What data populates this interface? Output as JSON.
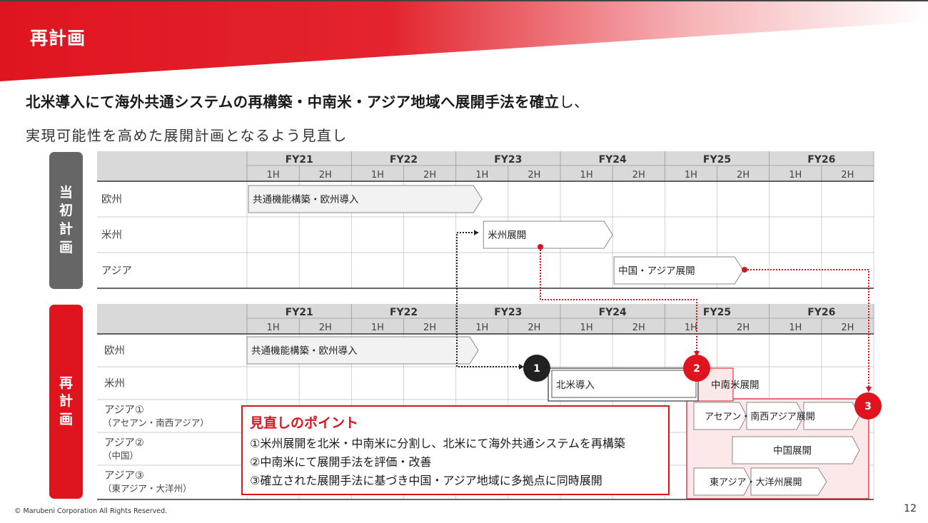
{
  "slide": {
    "title": "再計画",
    "headline_bold": "北米導入にて海外共通システムの再構築・中南米・アジア地域へ展開手法を確立",
    "headline_tail": "し、",
    "subline": "実現可能性を高めた展開計画となるよう見直し",
    "copyright": "© Marubeni Corporation All Rights Reserved.",
    "page_number": "12"
  },
  "colors": {
    "accent_red": "#e0141f",
    "badge_gray": "#666666",
    "header_gray": "#d9d9d9",
    "bar_fill": "#f2f2f2"
  },
  "fiscal_years": [
    "FY21",
    "FY22",
    "FY23",
    "FY24",
    "FY25",
    "FY26"
  ],
  "halves": [
    "1H",
    "2H"
  ],
  "original_plan": {
    "badge": "当初計画",
    "rows": [
      {
        "label": "欧州",
        "bar": {
          "text": "共通機能構築・欧州導入",
          "start": 0,
          "end": 2.25
        }
      },
      {
        "label": "米州",
        "bar": {
          "text": "米州展開",
          "start": 2.25,
          "end": 3.5
        }
      },
      {
        "label": "アジア",
        "bar": {
          "text": "中国・アジア展開",
          "start": 3.5,
          "end": 4.75
        }
      }
    ]
  },
  "revised_plan": {
    "badge": "再計画",
    "rows": [
      {
        "label": "欧州",
        "sublabel": ""
      },
      {
        "label": "米州",
        "sublabel": ""
      },
      {
        "label": "アジア①",
        "sublabel": "（アセアン・南西アジア）"
      },
      {
        "label": "アジア②",
        "sublabel": "（中国）"
      },
      {
        "label": "アジア③",
        "sublabel": "（東アジア・大洋州）"
      }
    ],
    "bars": [
      {
        "text": "共通機能構築・欧州導入"
      },
      {
        "text": "北米導入"
      },
      {
        "text": "中南米展開"
      },
      {
        "text": "アセアン・南西アジア展開"
      },
      {
        "text": "中国展開"
      },
      {
        "text": "東アジア・大洋州展開"
      }
    ],
    "markers": [
      "1",
      "2",
      "3"
    ]
  },
  "review_points": {
    "title": "見直しのポイント",
    "items": [
      "①米州展開を北米・中南米に分割し、北米にて海外共通システムを再構築",
      "②中南米にて展開手法を評価・改善",
      "③確立された展開手法に基づき中国・アジア地域に多拠点に同時展開"
    ]
  }
}
